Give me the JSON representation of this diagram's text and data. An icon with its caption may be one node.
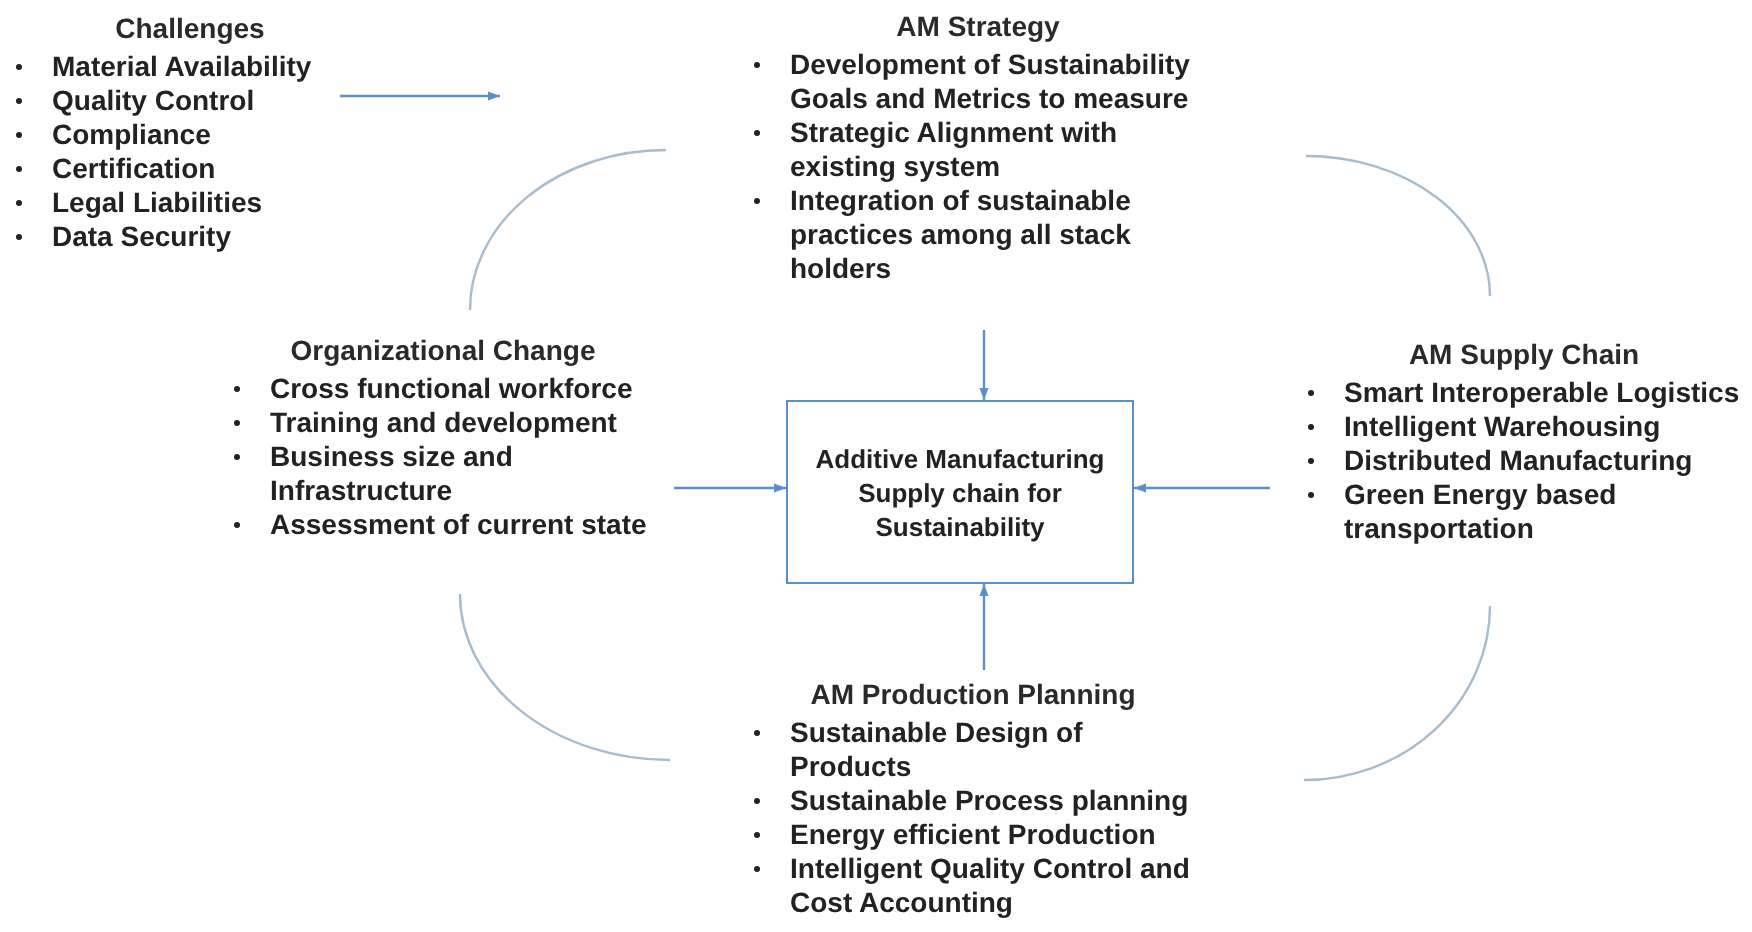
{
  "diagram": {
    "nodes": [
      {
        "text": [
          "Challenges",
          "Material Availability",
          "Quality Control",
          "Compliance",
          "Certification",
          "Legal Liabilities",
          "Data Security"
        ]
      },
      {
        "text": [
          "AM Strategy",
          "Development of Sustainability Goals and Metrics to measure",
          "Strategic Alignment with existing system",
          "Integration of sustainable practices among all stack holders"
        ]
      },
      {
        "text": [
          "Organizational Change",
          "Cross functional workforce",
          "Training and development",
          "Business size and Infrastructure",
          "Assessment of current state"
        ]
      },
      {
        "text": [
          "Additive Manufacturing Supply chain for Sustainability"
        ]
      },
      {
        "text": [
          "AM Supply Chain",
          "Smart Interoperable Logistics",
          "Intelligent Warehousing",
          "Distributed Manufacturing",
          "Green Energy based transportation"
        ]
      },
      {
        "text": [
          "AM Production Planning",
          "Sustainable Design of Products",
          "Sustainable Process planning",
          "Energy efficient Production",
          "Intelligent Quality Control and Cost Accounting"
        ]
      }
    ],
    "edges": [
      {
        "from": 0,
        "to": null,
        "arrow": "to"
      },
      {
        "from": 1,
        "to": 3,
        "arrow": "to"
      },
      {
        "from": 2,
        "to": 3,
        "arrow": "to"
      },
      {
        "from": 4,
        "to": 3,
        "arrow": "to"
      },
      {
        "from": 5,
        "to": 3,
        "arrow": "to"
      }
    ]
  }
}
